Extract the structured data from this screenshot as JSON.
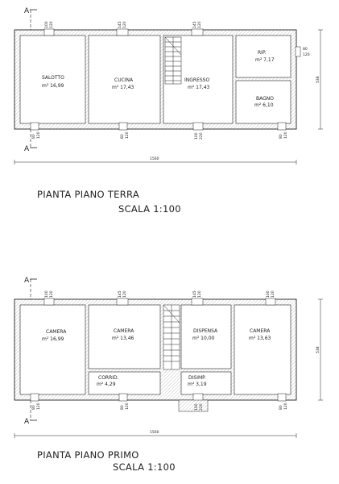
{
  "ground_floor": {
    "title": "PIANTA PIANO TERRA",
    "scale": "SCALA 1:100",
    "section_label": "A",
    "overall_length": "1560",
    "overall_depth": "538",
    "rooms": [
      {
        "name": "SALOTTO",
        "area": "m² 16,99"
      },
      {
        "name": "CUCINA",
        "area": "m² 17,43"
      },
      {
        "name": "INGRESSO",
        "area": "m² 17,43"
      },
      {
        "name": "RIP.",
        "area": "m² 7,17"
      },
      {
        "name": "BAGNO",
        "area": "m² 6,10"
      }
    ],
    "top_dims": [
      {
        "w": "100",
        "h": "120"
      },
      {
        "w": "145",
        "h": "120"
      },
      {
        "w": "145",
        "h": "120"
      }
    ],
    "right_dim": {
      "w": "80",
      "h": "120"
    },
    "bottom_dims": [
      {
        "w": "80",
        "h": "120"
      },
      {
        "w": "80",
        "h": "120"
      },
      {
        "w": "100",
        "h": "220"
      },
      {
        "w": "80",
        "h": "120"
      }
    ]
  },
  "first_floor": {
    "title": "PIANTA PIANO PRIMO",
    "scale": "SCALA 1:100",
    "section_label": "A",
    "overall_length": "1560",
    "overall_depth": "538",
    "rooms": [
      {
        "name": "CAMERA",
        "area": "m² 16,99"
      },
      {
        "name": "CAMERA",
        "area": "m² 13,46"
      },
      {
        "name": "DISPENSA",
        "area": "m² 10,00"
      },
      {
        "name": "CAMERA",
        "area": "m² 13,63"
      },
      {
        "name": "CORRID.",
        "area": "m² 4,29"
      },
      {
        "name": "DISIMP.",
        "area": "m² 3,19"
      }
    ],
    "top_dims": [
      {
        "w": "100",
        "h": "120"
      },
      {
        "w": "145",
        "h": "120"
      },
      {
        "w": "145",
        "h": "120"
      },
      {
        "w": "100",
        "h": "120"
      }
    ],
    "bottom_dims": [
      {
        "w": "80",
        "h": "120"
      },
      {
        "w": "80",
        "h": "120"
      },
      {
        "w": "100",
        "h": "220"
      },
      {
        "w": "80",
        "h": "120"
      }
    ]
  }
}
